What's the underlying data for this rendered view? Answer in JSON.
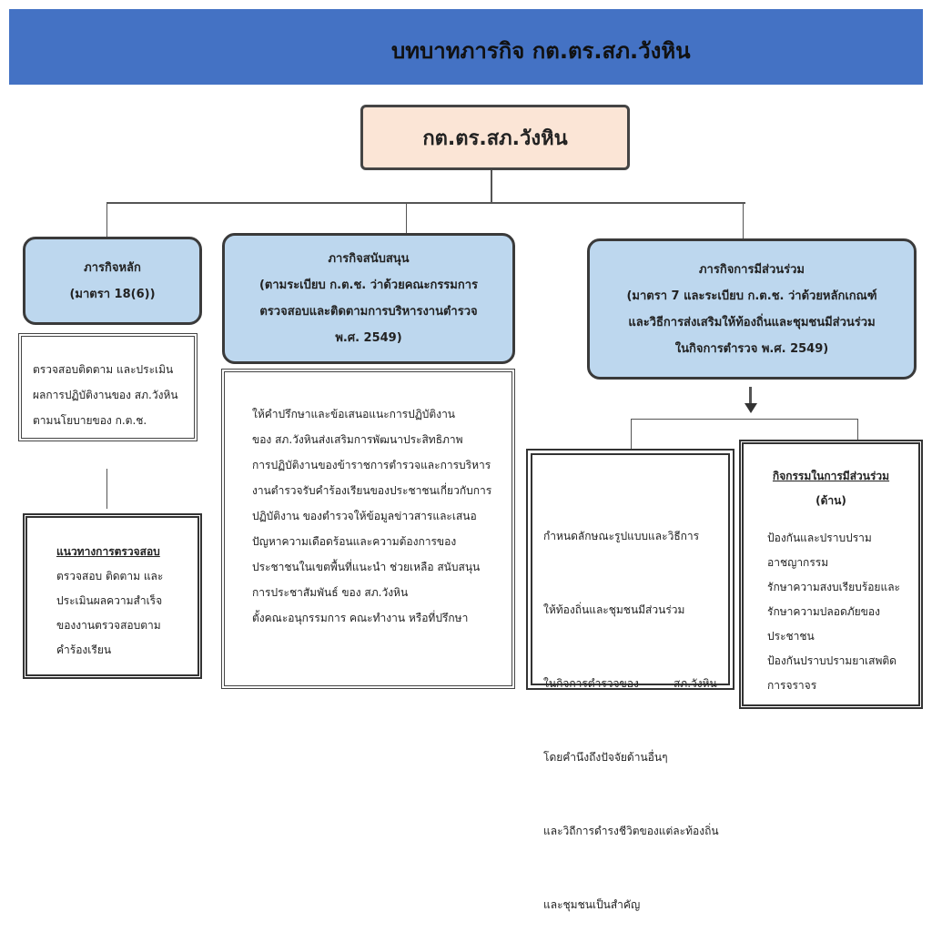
{
  "header": {
    "title": "บทบาทภารกิจ กต.ตร.สภ.วังหิน"
  },
  "root": {
    "label": "กต.ตร.สภ.วังหิน"
  },
  "branches": [
    {
      "title": "ภารกิจหลัก",
      "subtitle": [
        "(มาตรา 18(6))"
      ]
    },
    {
      "title": "ภารกิจสนับสนุน",
      "subtitle": [
        "(ตามระเบียบ ก.ต.ช. ว่าด้วยคณะกรรมการ",
        "ตรวจสอบและติดตามการบริหารงานตำรวจ",
        "พ.ศ. 2549)"
      ]
    },
    {
      "title": "ภารกิจการมีส่วนร่วม",
      "subtitle": [
        "(มาตรา 7 และระเบียบ ก.ต.ช. ว่าด้วยหลักเกณฑ์",
        "และวิธีการส่งเสริมให้ท้องถิ่นและชุมชนมีส่วนร่วม",
        "ในกิจการตำรวจ พ.ศ. 2549)"
      ]
    }
  ],
  "main_task": {
    "lines": [
      "ตรวจสอบติดตาม และประเมิน",
      "ผลการปฏิบัติงานของ สภ.วังหิน",
      "ตามนโยบายของ ก.ต.ช."
    ]
  },
  "audit_guide": {
    "title": "แนวทางการตรวจสอบ",
    "lines": [
      "ตรวจสอบ ติดตาม และ",
      "ประเมินผลความสำเร็จ",
      "ของงานตรวจสอบตาม",
      "คำร้องเรียน"
    ]
  },
  "support_task": {
    "lines": [
      "ให้คำปรึกษาและข้อเสนอแนะการปฏิบัติงาน",
      "ของ สภ.วังหินส่งเสริมการพัฒนาประสิทธิภาพ",
      "การปฏิบัติงานของข้าราชการตำรวจและการบริหาร",
      "งานตำรวจรับคำร้องเรียนของประชาชนเกี่ยวกับการ",
      "ปฏิบัติงาน ของตำรวจให้ข้อมูลข่าวสารและเสนอ",
      "ปัญหาความเดือดร้อนและความต้องการของ",
      "ประชาชนในเขตพื้นที่แนะนำ ช่วยเหลือ สนับสนุน",
      "การประชาสัมพันธ์ ของ สภ.วังหิน",
      "ตั้งคณะอนุกรรมการ คณะทำงาน หรือที่ปรึกษา"
    ]
  },
  "participation_form": {
    "lines": [
      "กำหนดลักษณะรูปแบบและวิธีการ",
      "ให้ท้องถิ่นและชุมชนมีส่วนร่วม",
      "ในกิจการตำรวจของ          สภ.วังหิน",
      "โดยคำนึงถึงปัจจัยด้านอื่นๆ",
      "และวิถีการดำรงชีวิตของแต่ละท้องถิ่น",
      "และชุมชนเป็นสำคัญ"
    ]
  },
  "participation_activities": {
    "title": "กิจกรรมในการมีส่วนร่วม",
    "subtitle": "(ด้าน)",
    "lines": [
      "ป้องกันและปราบปราม",
      "อาชญากรรม",
      "รักษาความสงบเรียบร้อยและ",
      "รักษาความปลอดภัยของ",
      "ประชาชน",
      "ป้องกันปราบปรามยาเสพติด",
      "การจราจร"
    ]
  }
}
